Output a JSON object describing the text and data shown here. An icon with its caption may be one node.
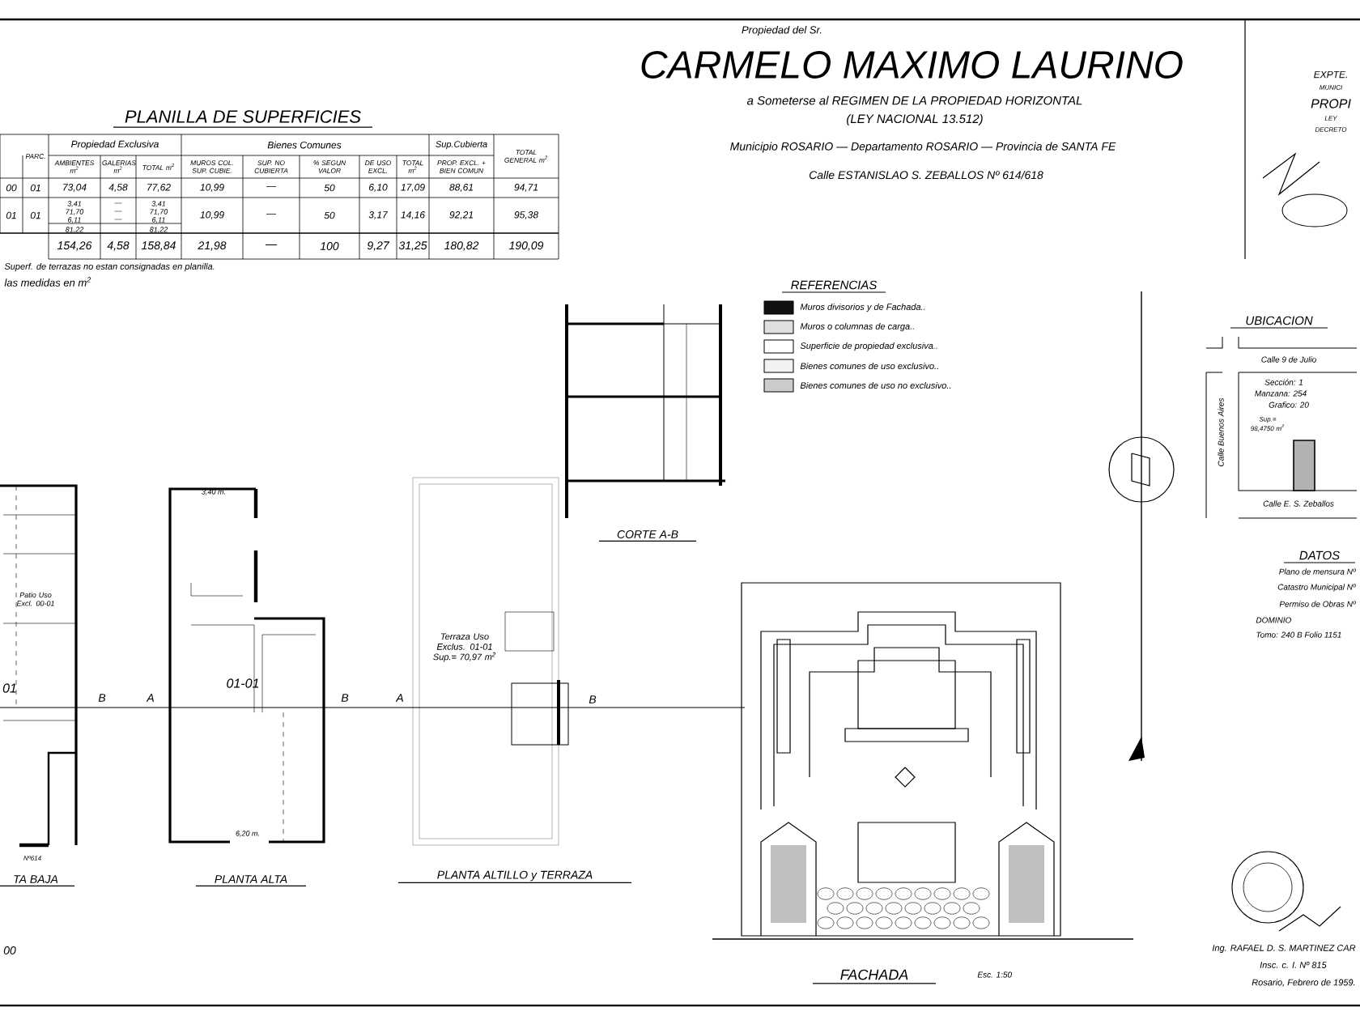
{
  "diagram": {
    "title": "CARMELO MAXIMO LAURINO",
    "labels": [
      "PLANILLA DE SUPERFICIES",
      "Propiedad Exclusiva",
      "Bienes Comunes",
      "Sup.Cubierta",
      "PARC.",
      "AMBIENTES m$^{2}$",
      "GALERIAS m$^{2}$",
      "TOTAL m$^{2}$",
      "MUROS COL. SUP. CUBIE.",
      "SUP. NO CUBIERTA",
      "% SEGUN VALOR",
      "DE USO EXCL.",
      "TOTAL m$^{2}$",
      "PROP. EXCL. + BIEN COMUN",
      "TOTAL GENERAL m$^{2}$",
      "00",
      "01",
      "73,04",
      "4,58",
      "77,62",
      "10,99",
      "—",
      "50",
      "6,10",
      "17,09",
      "88,61",
      "94,71",
      "01",
      "01",
      "3,41",
      "71,70",
      "6,11",
      "81,22",
      "—",
      "—",
      "—",
      "3,41",
      "71,70",
      "6,11",
      "81,22",
      "10,99",
      "—",
      "50",
      "3,17",
      "14,16",
      "92,21",
      "95,38",
      "154,26",
      "4,58",
      "158,84",
      "21,98",
      "—",
      "100",
      "9,27",
      "31,25",
      "180,82",
      "190,09",
      "Superf. de terrazas no estan consignadas en planilla.",
      "las medidas en m$^{2}$",
      "Propiedad del Sr.",
      "a Someterse al REGIMEN DE LA PROPIEDAD HORIZONTAL",
      "(LEY NACIONAL 13.512)",
      "Municipio ROSARIO — Departamento ROSARIO — Provincia de SANTA FE",
      "Calle ESTANISLAO S. ZEBALLOS Nº 614/618",
      "EXPTE.",
      "MUNICI",
      "PROPI",
      "LEY",
      "DECRETO",
      "REFERENCIAS",
      "UBICACION",
      "Calle 9 de Julio",
      "Calle Buenos Aires",
      "Sección: 1",
      "Manzana: 254",
      "Grafico: 20",
      "Sup.= 98,4750 m$^{2}$",
      "Calle E. S. Zeballos",
      "DATOS",
      "Plano de mensura Nº",
      "Catastro Municipal Nº",
      "Permiso de Obras Nº",
      "DOMINIO",
      "Tomo: 240 B Folio 1151",
      "CORTE A-B",
      "Patio Uso Excl. 00-01",
      "01",
      "B",
      "A",
      "3,40 m.",
      "01-01",
      "6,20 m.",
      "B",
      "A",
      "Terraza Uso Exclus. 01-01 Sup.= 70,97 m$^{2}$",
      "B",
      "Nº614",
      "TA BAJA",
      "PLANTA ALTA",
      "PLANTA ALTILLO y TERRAZA",
      "00",
      "FACHADA",
      "Esc. 1:50",
      "Ing. RAFAEL D. S. MARTINEZ CAR",
      "Insc. c. I. Nº 815",
      "Rosario, Febrero de 1959."
    ],
    "legend": [
      {
        "text": "Muros divisorios y de Fachada..",
        "color": "#111111"
      },
      {
        "text": "Muros o columnas de carga.."
      },
      {
        "text": "Superficie de propiedad exclusiva.."
      },
      {
        "text": "Bienes comunes de uso exclusivo.."
      },
      {
        "text": "Bienes comunes de uso no exclusivo.."
      }
    ]
  }
}
